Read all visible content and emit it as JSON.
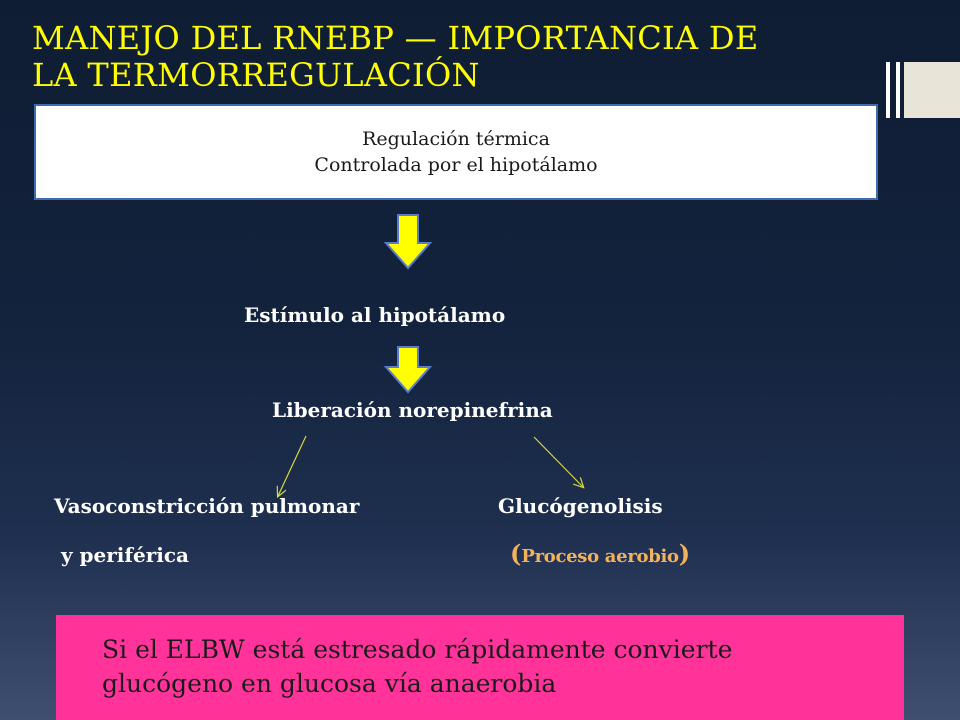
{
  "slide": {
    "title_line1": "MANEJO DEL RNEBP — IMPORTANCIA DE",
    "title_line2": "LA TERMORREGULACIÓN",
    "colors": {
      "title": "#ffff00",
      "arrow_fill": "#ffff00",
      "arrow_stroke": "#5a7bd0",
      "callout_background": "#ff3399",
      "orange_text": "#f4b25c",
      "thin_arrow": "#d8d83a"
    }
  },
  "diagram": {
    "top_box": {
      "line1": "Regulación térmica",
      "line2": "Controlada por el hipotálamo"
    },
    "stimulus": "Estímulo  al  hipotálamo",
    "release": "Liberación  norepinefrina",
    "left_branch": {
      "line1": "Vasoconstricción pulmonar",
      "line2": " y periférica"
    },
    "right_branch": {
      "line1": "Glucógenolisis",
      "line2_open": "(",
      "line2_text": "Proceso aerobio",
      "line2_close": ")"
    }
  },
  "callout": {
    "line1": "Si el ELBW está estresado  rápidamente  convierte",
    "line2": "glucógeno en glucosa vía  anaerobia"
  }
}
